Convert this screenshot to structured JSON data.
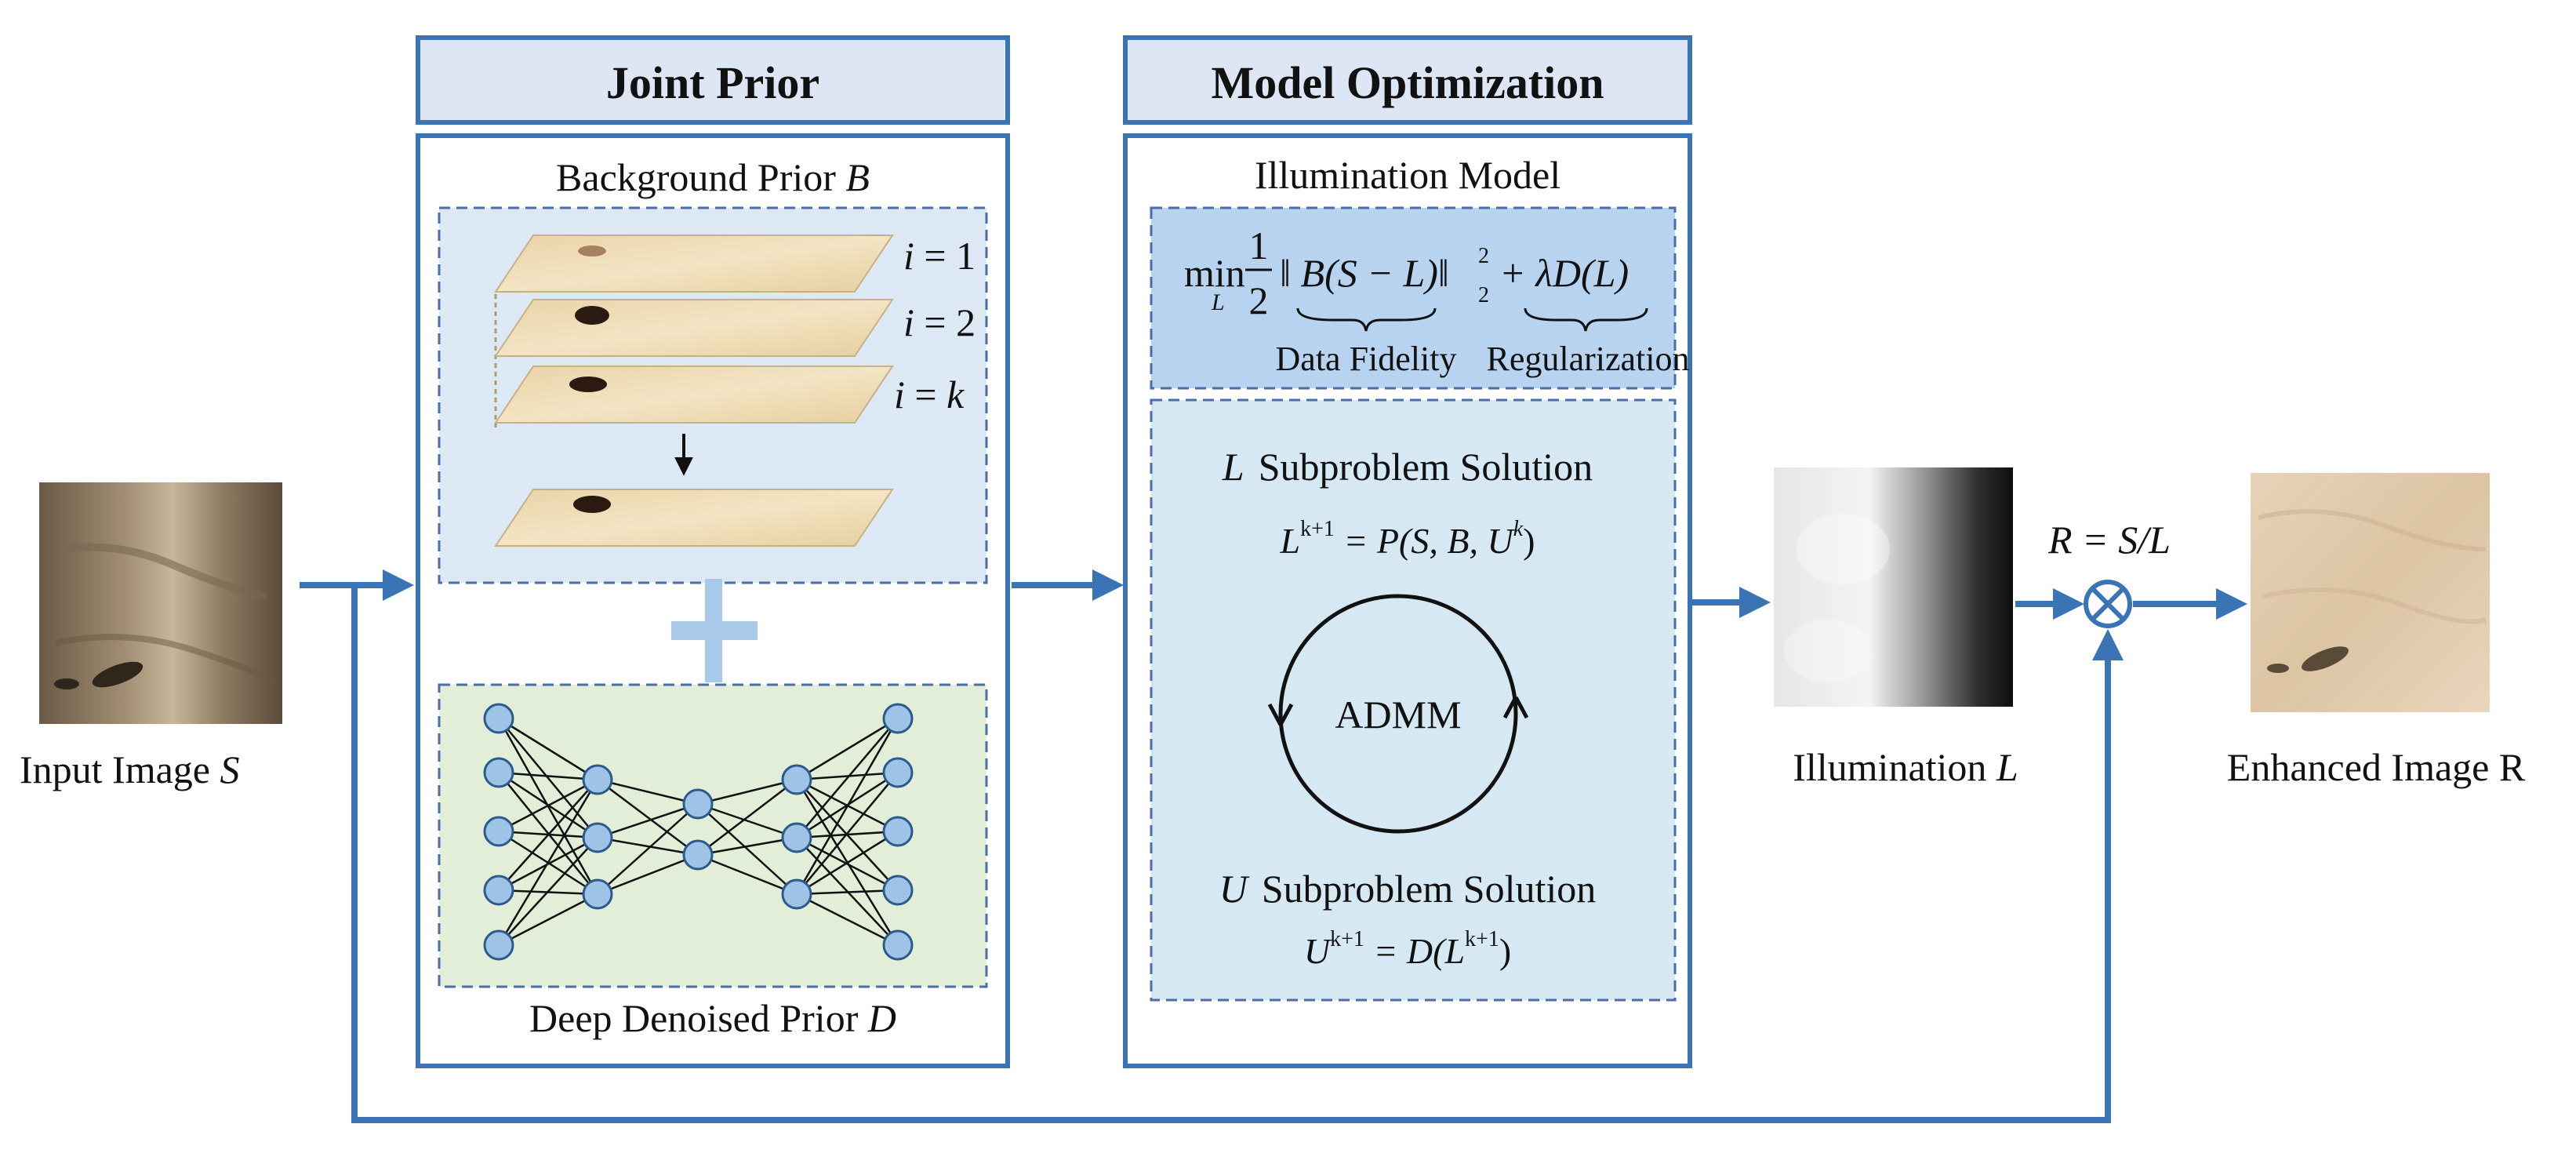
{
  "input": {
    "label": "Input Image ",
    "var": "S"
  },
  "joint_prior": {
    "header": "Joint Prior",
    "background_title": "Background Prior ",
    "background_var": "B",
    "layer_labels": [
      {
        "v": "i",
        "eq": " = 1"
      },
      {
        "v": "i",
        "eq": " = 2"
      },
      {
        "v": "i",
        "eq": " = ",
        "v2": "k"
      }
    ],
    "deep_title": "Deep Denoised Prior ",
    "deep_var": "D"
  },
  "model_opt": {
    "header": "Model Optimization",
    "illum_model_title": "Illumination Model",
    "min_text": "min",
    "min_sub": "L",
    "half_num": "1",
    "half_den": "2",
    "norm_body": "‖ B(S − L)‖",
    "norm_sub": "2",
    "norm_sup": "2",
    "reg_term": "+ λD(L)",
    "fidelity_label": "Data Fidelity",
    "regularization_label": "Regularization",
    "l_sub_var": "L",
    "l_sub_text": "Subproblem  Solution",
    "l_update_lhs": "L",
    "l_update_sup": "k+1",
    "l_update_rhs": " = P(S, B, U",
    "l_update_rhs_sup": "k",
    "l_update_close": ")",
    "admm": "ADMM",
    "u_sub_var": "U",
    "u_sub_text": "Subproblem  Solution",
    "u_update_lhs": "U",
    "u_update_sup": "k+1",
    "u_update_rhs": " = D(L",
    "u_update_rhs_sup": "k+1",
    "u_update_close": ")"
  },
  "illumination": {
    "label": "Illumination ",
    "var": "L"
  },
  "fusion": {
    "formula": "R = S/L"
  },
  "output": {
    "label": "Enhanced Image R"
  },
  "colors": {
    "accent": "#3a74b5",
    "header_fill": "#dce6f4",
    "bg_prior_fill": "#dce9f5",
    "deep_prior_fill": "#e3eed9",
    "illum_model_fill": "#b7d3ef",
    "solution_fill": "#d6e8f3",
    "node_fill": "#9ec3e6",
    "plus": "#a9c9ea"
  }
}
